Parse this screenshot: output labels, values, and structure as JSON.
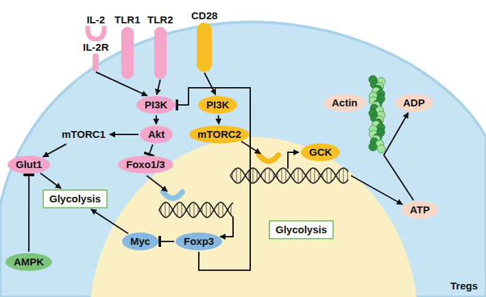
{
  "diagram": {
    "nodes": [
      {
        "text": [
          "Tregs"
        ]
      },
      {
        "text": [
          "IL-2",
          "IL-2R"
        ],
        "in": 0
      },
      {
        "text": [
          "TLR1"
        ],
        "in": 0
      },
      {
        "text": [
          "TLR2"
        ],
        "in": 0
      },
      {
        "text": [
          "CD28"
        ],
        "in": 0
      },
      {
        "text": [
          "PI3K"
        ],
        "in": 0
      },
      {
        "text": [
          "PI3K"
        ],
        "in": 0
      },
      {
        "text": [
          "Akt"
        ],
        "in": 0
      },
      {
        "text": [
          "mTORC1"
        ],
        "in": 0
      },
      {
        "text": [
          "mTORC2"
        ],
        "in": 0
      },
      {
        "text": [
          "Glut1"
        ],
        "in": 0
      },
      {
        "text": [
          "Foxo1/3"
        ],
        "in": 0
      },
      {
        "text": [
          "Glycolysis"
        ],
        "in": 0
      },
      {
        "text": [
          "AMPK"
        ],
        "in": 0
      },
      {
        "text": [
          "Myc"
        ],
        "in": 0
      },
      {
        "text": [
          "Foxp3"
        ],
        "in": 0
      },
      {
        "text": [
          "GCK"
        ],
        "in": 0
      },
      {
        "text": [
          "Glycolysis"
        ],
        "in": 0
      },
      {
        "text": [
          "ATP"
        ],
        "in": 0
      },
      {
        "text": [
          "ADP"
        ],
        "in": 0
      },
      {
        "text": [
          "Actin"
        ],
        "in": 0
      }
    ],
    "edges": [
      {
        "from": 1,
        "to": 5,
        "arrow": "to"
      },
      {
        "from": 3,
        "to": 5,
        "arrow": "to"
      },
      {
        "from": 4,
        "to": 6,
        "arrow": "to"
      },
      {
        "from": 5,
        "to": 7,
        "arrow": "to"
      },
      {
        "from": 6,
        "to": 9,
        "arrow": "to"
      },
      {
        "from": 7,
        "to": 8,
        "arrow": "to"
      },
      {
        "from": 8,
        "to": 10,
        "arrow": "to"
      },
      {
        "from": 7,
        "to": 11,
        "arrow": "to"
      },
      {
        "from": 10,
        "to": 12,
        "arrow": "to"
      },
      {
        "from": 13,
        "to": 10,
        "arrow": "to"
      },
      {
        "from": 14,
        "to": 12,
        "arrow": "to"
      },
      {
        "from": 15,
        "to": 14,
        "arrow": "to"
      },
      {
        "from": 15,
        "to": 5,
        "arrow": "to"
      },
      {
        "from": 18,
        "to": 19,
        "arrow": "to"
      }
    ]
  }
}
